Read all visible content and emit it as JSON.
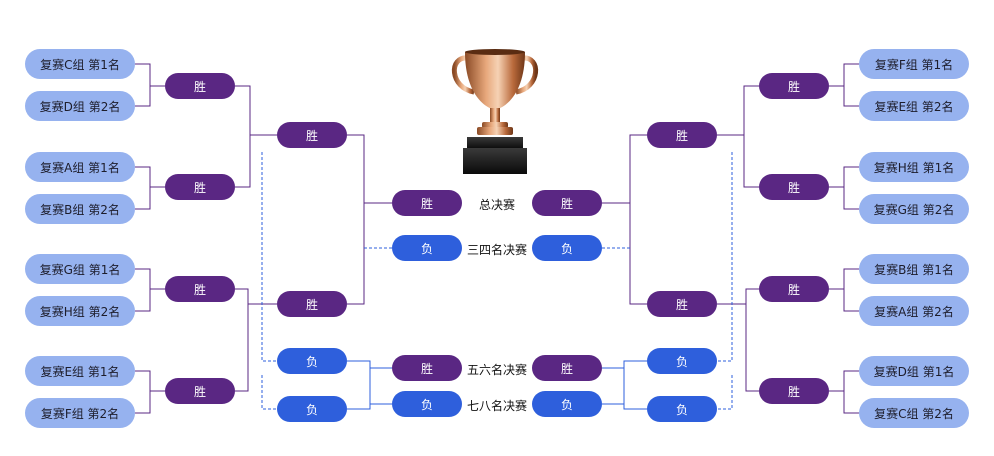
{
  "labels": {
    "win": "胜",
    "lose": "负"
  },
  "left_teams": [
    "复赛C组 第1名",
    "复赛D组 第2名",
    "复赛A组 第1名",
    "复赛B组 第2名",
    "复赛G组 第1名",
    "复赛H组 第2名",
    "复赛E组 第1名",
    "复赛F组 第2名"
  ],
  "right_teams": [
    "复赛F组 第1名",
    "复赛E组 第2名",
    "复赛H组 第1名",
    "复赛G组 第2名",
    "复赛B组 第1名",
    "复赛A组 第2名",
    "复赛D组 第1名",
    "复赛C组 第2名"
  ],
  "matches": {
    "final": "总决赛",
    "third_place": "三四名决赛",
    "fifth_place": "五六名决赛",
    "seventh_place": "七八名决赛"
  },
  "colors": {
    "team": "#96b2ef",
    "win": "#5a2783",
    "lose": "#2e5fdc",
    "line_win": "#5a2783",
    "line_lose": "#2e5fdc"
  },
  "icons": {
    "trophy": "trophy-icon"
  }
}
